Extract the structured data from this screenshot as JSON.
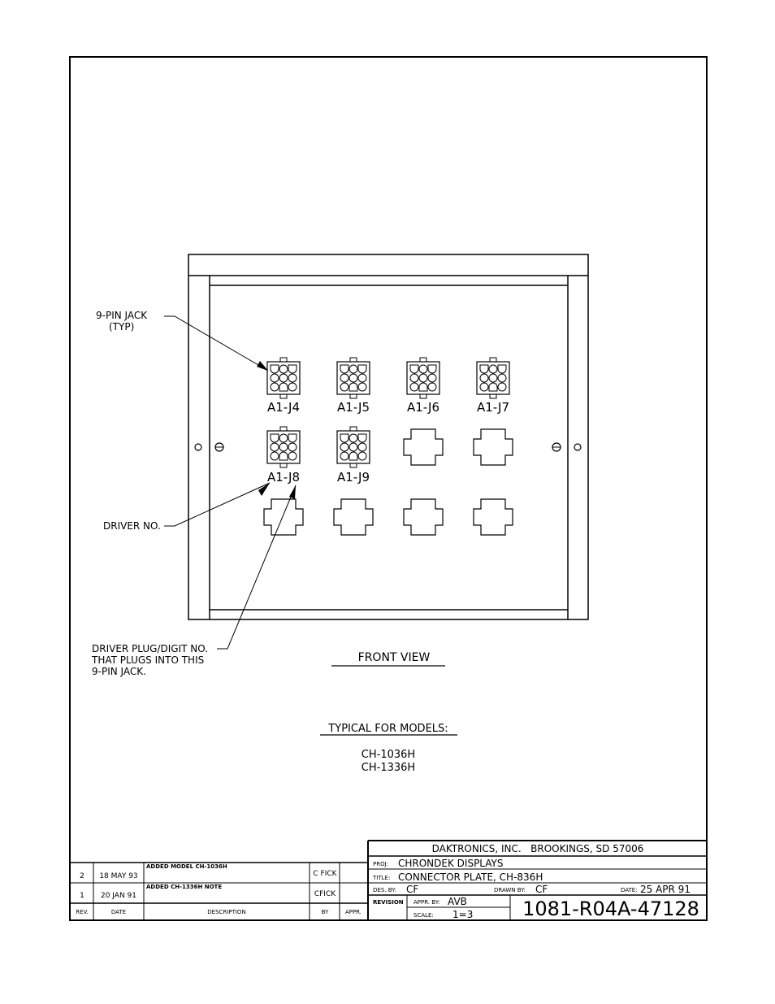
{
  "front_view": {
    "title": "FRONT VIEW",
    "jack_labels": [
      "A1-J4",
      "A1-J5",
      "A1-J6",
      "A1-J7",
      "A1-J8",
      "A1-J9"
    ]
  },
  "callouts": {
    "jack_line1": "9-PIN JACK",
    "jack_line2": "(TYP)",
    "driver_no": "DRIVER NO.",
    "plug_line1": "DRIVER PLUG/DIGIT NO.",
    "plug_line2": "THAT PLUGS INTO THIS",
    "plug_line3": "9-PIN JACK."
  },
  "models": {
    "heading": "TYPICAL FOR MODELS:",
    "list": [
      "CH-1036H",
      "CH-1336H"
    ]
  },
  "revisions": {
    "headers": {
      "rev": "REV.",
      "date": "DATE",
      "description": "DESCRIPTION",
      "by": "BY",
      "appr": "APPR."
    },
    "rows": [
      {
        "rev": "2",
        "date": "18 MAY 93",
        "description": "ADDED MODEL CH-1036H",
        "by": "C FICK",
        "appr": ""
      },
      {
        "rev": "1",
        "date": "20 JAN 91",
        "description": "ADDED CH-1336H NOTE",
        "by": "CFICK",
        "appr": ""
      }
    ]
  },
  "title_block": {
    "company": "DAKTRONICS, INC.   BROOKINGS, SD 57006",
    "proj_label": "PROJ:",
    "proj": "CHRONDEK DISPLAYS",
    "title_label": "TITLE:",
    "title": "CONNECTOR PLATE, CH-836H",
    "des_label": "DES. BY:",
    "des_by": "CF",
    "drawn_label": "DRAWN BY:",
    "drawn_by": "CF",
    "date_label": "DATE:",
    "date": "25 APR 91",
    "revision_label": "REVISION",
    "appr_label": "APPR. BY:",
    "appr_by": "AVB",
    "scale_label": "SCALE:",
    "scale": "1=3",
    "drawing_number": "1081-R04A-47128"
  }
}
